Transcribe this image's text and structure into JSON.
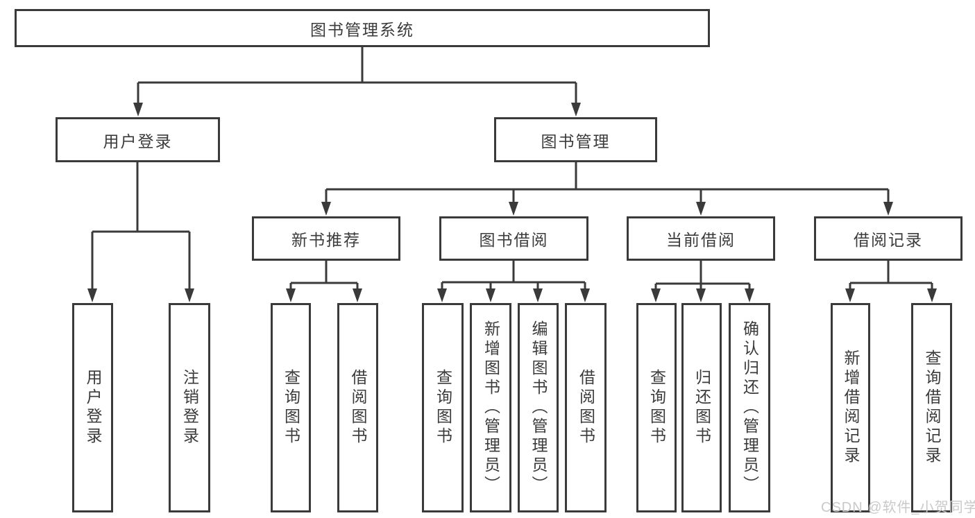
{
  "diagram": {
    "title": "图书管理系统",
    "root": {
      "label": "图书管理系统"
    },
    "level2": {
      "user_login": {
        "label": "用户登录"
      },
      "book_mgmt": {
        "label": "图书管理"
      }
    },
    "level3": {
      "new_book_rec": {
        "label": "新书推荐"
      },
      "book_borrow": {
        "label": "图书借阅"
      },
      "current_borrow": {
        "label": "当前借阅"
      },
      "borrow_records": {
        "label": "借阅记录"
      }
    },
    "leaves": {
      "g1_user_login": {
        "label": "用户登录"
      },
      "g1_logout": {
        "label": "注销登录"
      },
      "g2_query_books": {
        "label": "查询图书"
      },
      "g2_borrow_books": {
        "label": "借阅图书"
      },
      "g3_query_books": {
        "label": "查询图书"
      },
      "g3_add_books": {
        "label": "新增图书（管理员）"
      },
      "g3_edit_books": {
        "label": "编辑图书（管理员）"
      },
      "g3_borrow_books": {
        "label": "借阅图书"
      },
      "g4_query_books": {
        "label": "查询图书"
      },
      "g4_return_books": {
        "label": "归还图书"
      },
      "g4_confirm_return": {
        "label": "确认归还（管理员）"
      },
      "g5_add_record": {
        "label": "新增借阅记录"
      },
      "g5_query_record": {
        "label": "查询借阅记录"
      }
    }
  },
  "watermark": "CSDN @软件_小贺同学",
  "colors": {
    "line": "#3a3a3a",
    "text": "#3b3b3b",
    "watermark": "#c9c9c9",
    "background": "#ffffff"
  }
}
